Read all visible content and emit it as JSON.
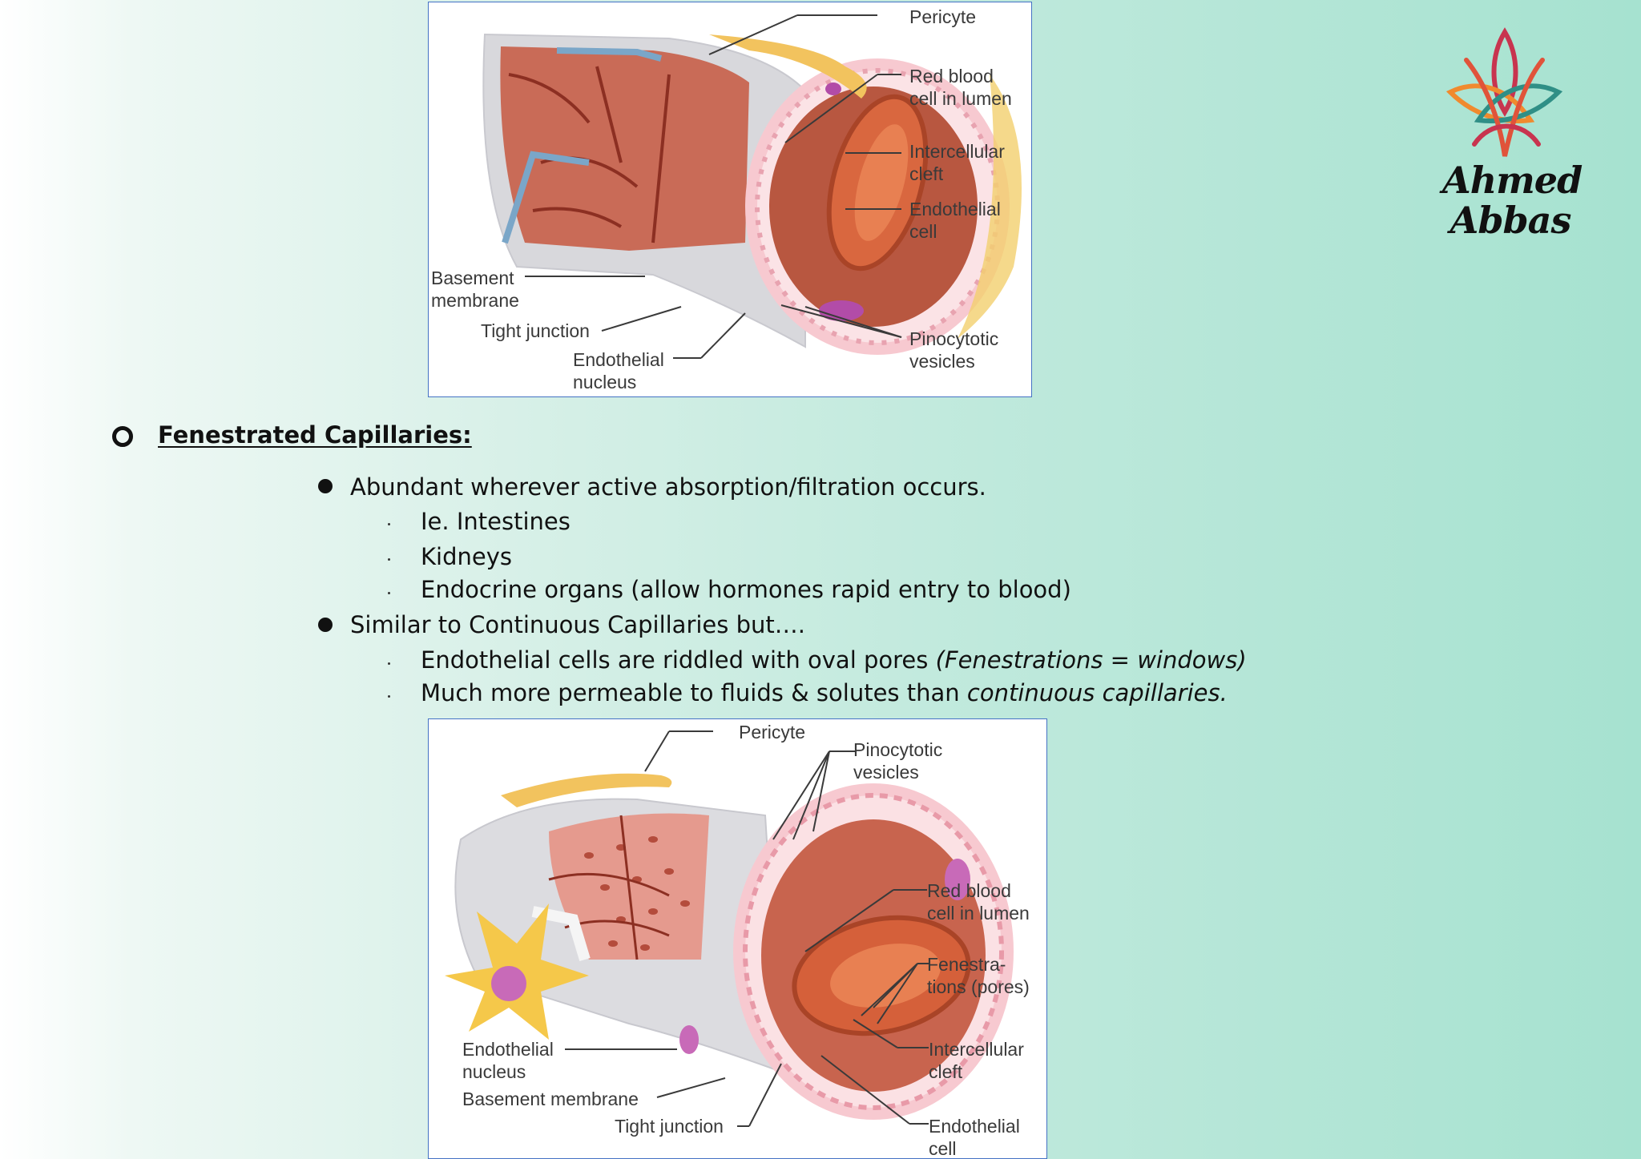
{
  "figure_top": {
    "labels": {
      "pericyte": "Pericyte",
      "rbc": "Red blood\ncell in lumen",
      "cleft": "Intercellular\ncleft",
      "endo_cell": "Endothelial\ncell",
      "basement": "Basement\nmembrane",
      "tight": "Tight junction",
      "endo_nucleus": "Endothelial\nnucleus",
      "pino": "Pinocytotic\nvesicles"
    }
  },
  "logo": {
    "name": "Ahmed\nAbbas",
    "colors": [
      "#e0533a",
      "#c8344f",
      "#2f8f86",
      "#f08a2e"
    ]
  },
  "section": {
    "heading": "Fenestrated Capillaries:",
    "bullets": [
      {
        "text": "Abundant wherever active absorption/filtration occurs.",
        "subs": [
          {
            "text": "Ie. Intestines"
          },
          {
            "text": "Kidneys"
          },
          {
            "text": "Endocrine organs (allow hormones rapid entry to blood)"
          }
        ]
      },
      {
        "text": "Similar to Continuous Capillaries but….",
        "subs": [
          {
            "text": "Endothelial cells are riddled with oval pores ",
            "italic": "(Fenestrations = windows)"
          },
          {
            "text": "Much more permeable to fluids & solutes than ",
            "italic": "continuous capillaries."
          }
        ]
      }
    ]
  },
  "figure_bottom": {
    "labels": {
      "pericyte": "Pericyte",
      "pino": "Pinocytotic\nvesicles",
      "rbc": "Red blood\ncell in lumen",
      "fenestrations": "Fenestra-\ntions (pores)",
      "cleft": "Intercellular\ncleft",
      "endo_cell": "Endothelial\ncell",
      "endo_nucleus": "Endothelial\nnucleus",
      "basement": "Basement membrane",
      "tight": "Tight junction"
    }
  }
}
